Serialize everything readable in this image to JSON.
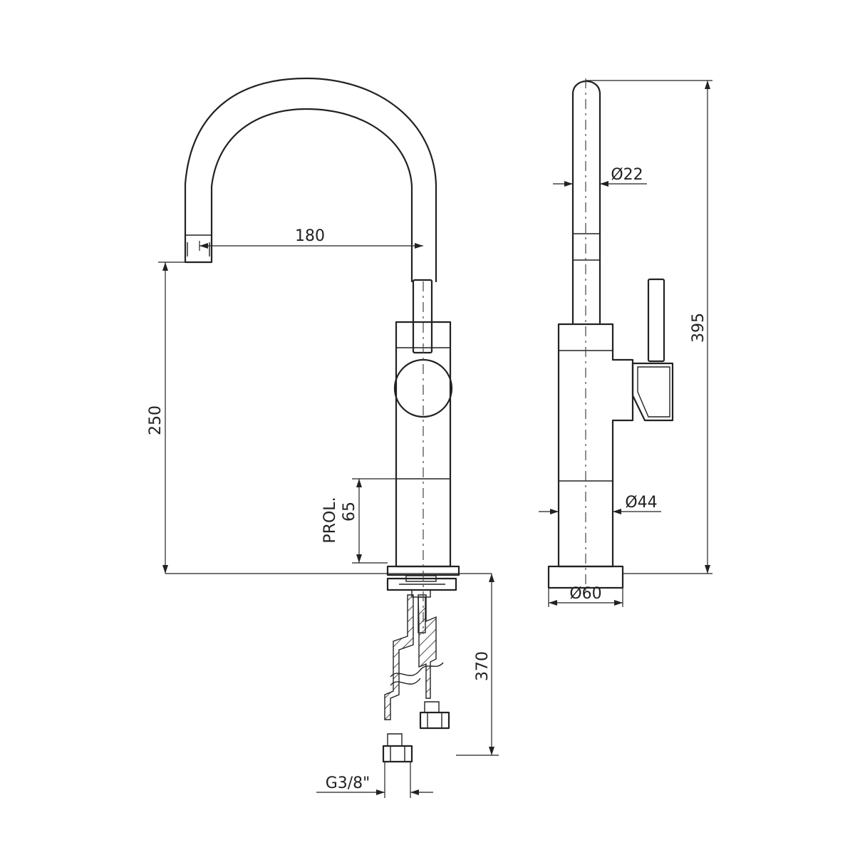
{
  "dimensions": {
    "spout_reach": "180",
    "spout_height": "250",
    "shank_label_line1": "PROL.",
    "shank_label_line2": "65",
    "total_height": "395",
    "spout_diameter": "Ø22",
    "body_diameter": "Ø44",
    "base_diameter": "Ø60",
    "hose_length": "370",
    "connection_thread": "G3/8\""
  }
}
